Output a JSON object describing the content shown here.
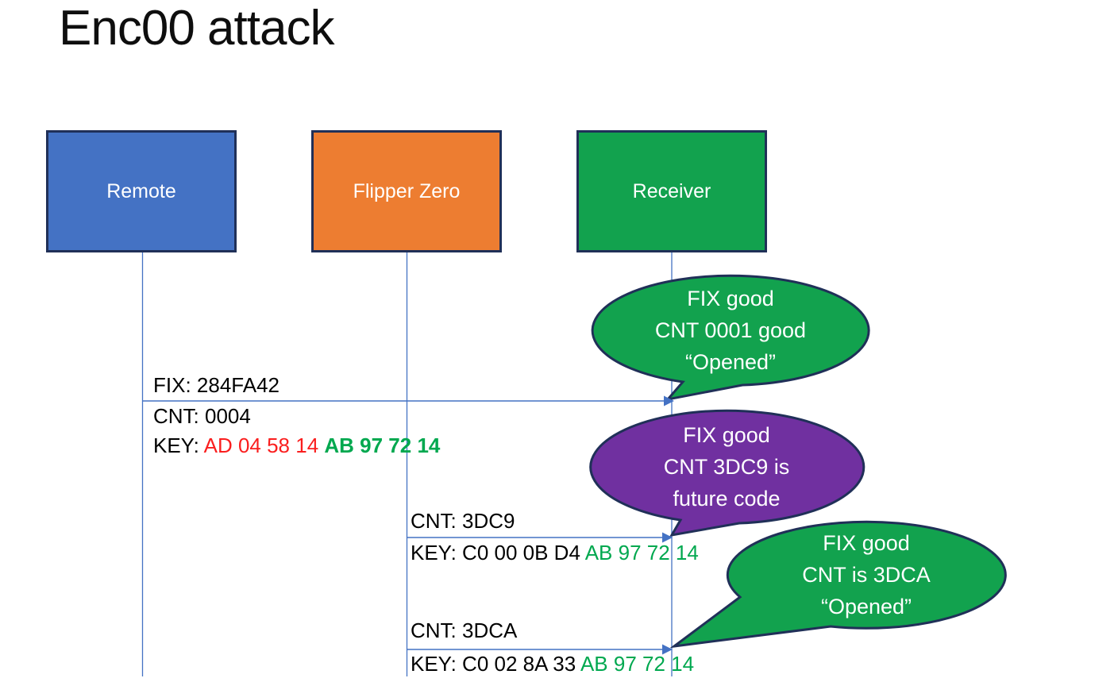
{
  "title": "Enc00 attack",
  "colors": {
    "actor_remote": "#4472C4",
    "actor_flipper": "#ED7D31",
    "actor_receiver": "#12A24E",
    "callout_green": "#12A24E",
    "callout_purple": "#7030A0",
    "outline_navy": "#203058",
    "connector_blue": "#4472C4",
    "key_red": "#FA1E1E",
    "key_green": "#00A84F",
    "body_black": "#000000"
  },
  "actors": [
    {
      "label": "Remote"
    },
    {
      "label": "Flipper Zero"
    },
    {
      "label": "Receiver"
    }
  ],
  "messages": [
    {
      "above": "FIX: 284FA42",
      "cnt": "CNT: 0004",
      "key_prefix": "KEY: ",
      "key_red": "AD 04 58 14 ",
      "key_green": "AB 97 72 14"
    },
    {
      "above": "CNT: 3DC9",
      "key_prefix": "KEY: C0 00 0B D4 ",
      "key_green": "AB 97 72 14"
    },
    {
      "above": "CNT: 3DCA",
      "key_prefix": "KEY: C0 02 8A 33 ",
      "key_green": "AB 97 72 14"
    }
  ],
  "callouts": [
    {
      "lines": [
        "FIX good",
        "CNT 0001 good",
        "“Opened”"
      ]
    },
    {
      "lines": [
        "FIX good",
        "CNT 3DC9 is",
        "future code"
      ]
    },
    {
      "lines": [
        "FIX good",
        "CNT is 3DCA",
        "“Opened”"
      ]
    }
  ]
}
